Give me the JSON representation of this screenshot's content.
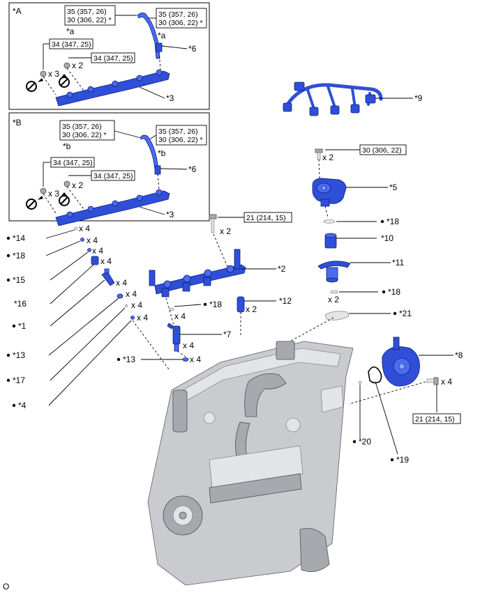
{
  "insets": {
    "a": {
      "title": "*A",
      "sub_label": "*a",
      "torque_fuel_pipe_left": {
        "line1": "35 (357, 26)",
        "line2": "30 (306, 22) *"
      },
      "torque_fuel_pipe_right": {
        "line1": "35 (357, 26)",
        "line2": "30 (306, 22) *"
      },
      "pipe_sub_label": "*a",
      "torque_bolt_1": "34 (347, 25)",
      "torque_bolt_2": "34 (347, 25)",
      "qty_bolt_1": "x 3",
      "qty_bolt_2": "x 2",
      "part_pipe": "*6",
      "part_rail": "*3"
    },
    "b": {
      "title": "*B",
      "sub_label": "*b",
      "torque_fuel_pipe_left": {
        "line1": "35 (357, 26)",
        "line2": "30 (306, 22) *"
      },
      "torque_fuel_pipe_right": {
        "line1": "35 (357, 26)",
        "line2": "30 (306, 22) *"
      },
      "pipe_sub_label": "*b",
      "torque_bolt_1": "34 (347, 25)",
      "torque_bolt_2": "34 (347, 25)",
      "qty_bolt_1": "x 3",
      "qty_bolt_2": "x 2",
      "part_pipe": "*6",
      "part_rail": "*3"
    }
  },
  "parts": {
    "p9": "*9",
    "p5": "*5",
    "p18a": "*18",
    "p10": "*10",
    "p11": "*11",
    "p18b": "*18",
    "p21": "*21",
    "p8": "*8",
    "p2": "*2",
    "p12": "*12",
    "p18c": "*18",
    "p7": "*7",
    "p13b": "*13",
    "p20": "*20",
    "p19": "*19",
    "p14": "*14",
    "p18d": "*18",
    "p15": "*15",
    "p16": "*16",
    "p1": "*1",
    "p13a": "*13",
    "p17": "*17",
    "p4": "*4"
  },
  "torques": {
    "pump_bolt": "30 (306, 22)",
    "rail_bolt": "21 (214, 15)",
    "vacuum_pump_bolt": "21 (214, 15)"
  },
  "quantities": {
    "pump_bolt": "x 2",
    "rail_bolt": "x 2",
    "lifter_bottom": "x 2",
    "spacer": "x 2",
    "q14": "x 4",
    "q18d": "x 4",
    "q15": "x 4",
    "q16": "x 4",
    "q1": "x 4",
    "q13a": "x 4",
    "q17": "x 4",
    "q4": "x 4",
    "q18c": "x 4",
    "q7": "x 4",
    "q13b": "x 4",
    "vacuum_bolt": "x 4"
  },
  "footer": {
    "code": "O"
  },
  "colors": {
    "part_blue": "#2f4fd8",
    "engine_grey": "#c9cbcf"
  }
}
